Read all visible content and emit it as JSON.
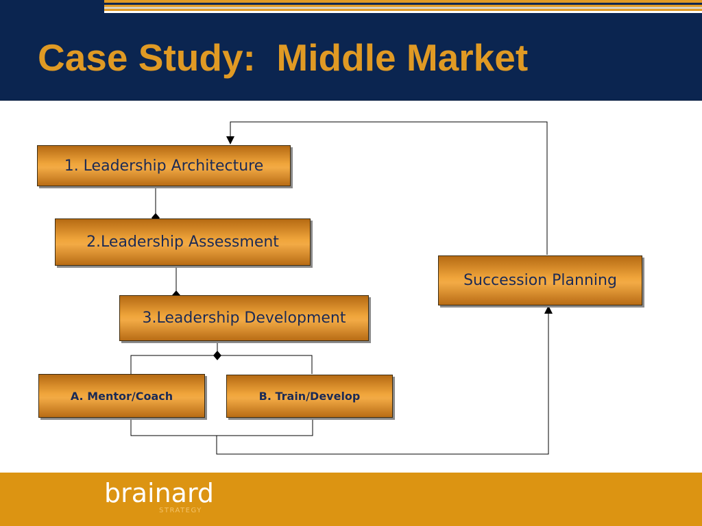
{
  "slide": {
    "title": "Case Study:  Middle Market"
  },
  "diagram": {
    "nodes": {
      "architecture": "1. Leadership Architecture",
      "assessment": "2.Leadership Assessment",
      "development": "3.Leadership Development",
      "mentor": "A. Mentor/Coach",
      "train": "B. Train/Develop",
      "succession": "Succession Planning"
    }
  },
  "footer": {
    "logo_text": "brainard",
    "logo_sub": "STRATEGY"
  },
  "colors": {
    "header_bg": "#0b2550",
    "accent_orange": "#e09a24",
    "footer_bg": "#dc9412",
    "box_text": "#1b2a55"
  }
}
